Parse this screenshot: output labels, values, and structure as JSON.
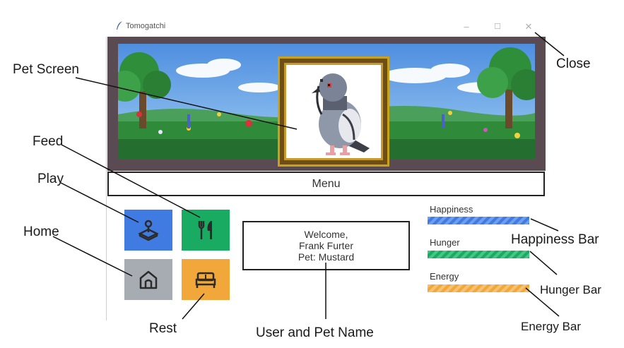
{
  "window": {
    "title": "Tomogatchi",
    "minimize_glyph": "–",
    "maximize_glyph": "☐",
    "close_glyph": "✕"
  },
  "pet_screen": {
    "menu_label": "Menu"
  },
  "actions": [
    {
      "name": "play",
      "icon": "joystick-icon",
      "color": "#3f7be0"
    },
    {
      "name": "feed",
      "icon": "fork-knife-icon",
      "color": "#1aab63"
    },
    {
      "name": "home",
      "icon": "house-icon",
      "color": "#a7acb2"
    },
    {
      "name": "rest",
      "icon": "bed-icon",
      "color": "#f1a73a"
    }
  ],
  "welcome": {
    "line1": "Welcome,",
    "line2": "Frank Furter",
    "line3": "Pet: Mustard"
  },
  "stats": {
    "happiness": {
      "label": "Happiness",
      "color": "#3f7be0",
      "level": 1.0
    },
    "hunger": {
      "label": "Hunger",
      "color": "#1aab63",
      "level": 1.0
    },
    "energy": {
      "label": "Energy",
      "color": "#f1a73a",
      "level": 1.0
    }
  },
  "annotations": {
    "pet_screen": "Pet Screen",
    "close": "Close",
    "feed": "Feed",
    "play": "Play",
    "home": "Home",
    "rest": "Rest",
    "user_pet_name": "User and Pet Name",
    "happiness_bar": "Happiness Bar",
    "hunger_bar": "Hunger Bar",
    "energy_bar": "Energy Bar"
  }
}
